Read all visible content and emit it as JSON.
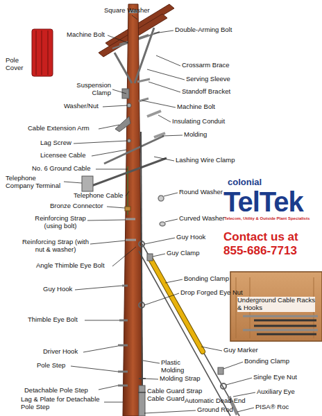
{
  "diagram": {
    "labels": [
      "Square Washer",
      "Machine Bolt",
      "Double-Arming Bolt",
      "Pole Cover",
      "Crossarm Brace",
      "Suspension Clamp",
      "Serving Sleeve",
      "Standoff Bracket",
      "Washer/Nut",
      "Machine Bolt",
      "Insulating Conduit",
      "Cable Extension Arm",
      "Molding",
      "Lag Screw",
      "Licensee Cable",
      "Lashing Wire Clamp",
      "No. 6 Ground Cable",
      "Telephone Company Terminal",
      "Round Washer",
      "Telephone Cable",
      "Bronze Connector",
      "colonial",
      "TelTek",
      "Telecom, Utility & Outside Plant Specialists",
      "Reinforcing Strap (using bolt)",
      "Curved Washer",
      "Contact us at",
      "855-686-7713",
      "Guy Hook",
      "Reinforcing Strap (with nut & washer)",
      "Guy Clamp",
      "Angle Thimble Eye Bolt",
      "Bonding Clamp",
      "Guy Hook",
      "Drop Forged Eye Nut",
      "Underground Cable Racks & Hooks",
      "Thimble Eye Bolt",
      "Guy Marker",
      "Driver Hook",
      "Plastic Molding",
      "Bonding Clamp",
      "Pole Step",
      "Single Eye Nut",
      "Molding Strap",
      "Detachable Pole Step",
      "Cable Guard Strap",
      "Auxiliary Eye",
      "Cable Guard",
      "Lag & Plate for Detachable Pole Step",
      "Automatic Dead-End",
      "PISA® Roc",
      "Ground Rod"
    ]
  }
}
